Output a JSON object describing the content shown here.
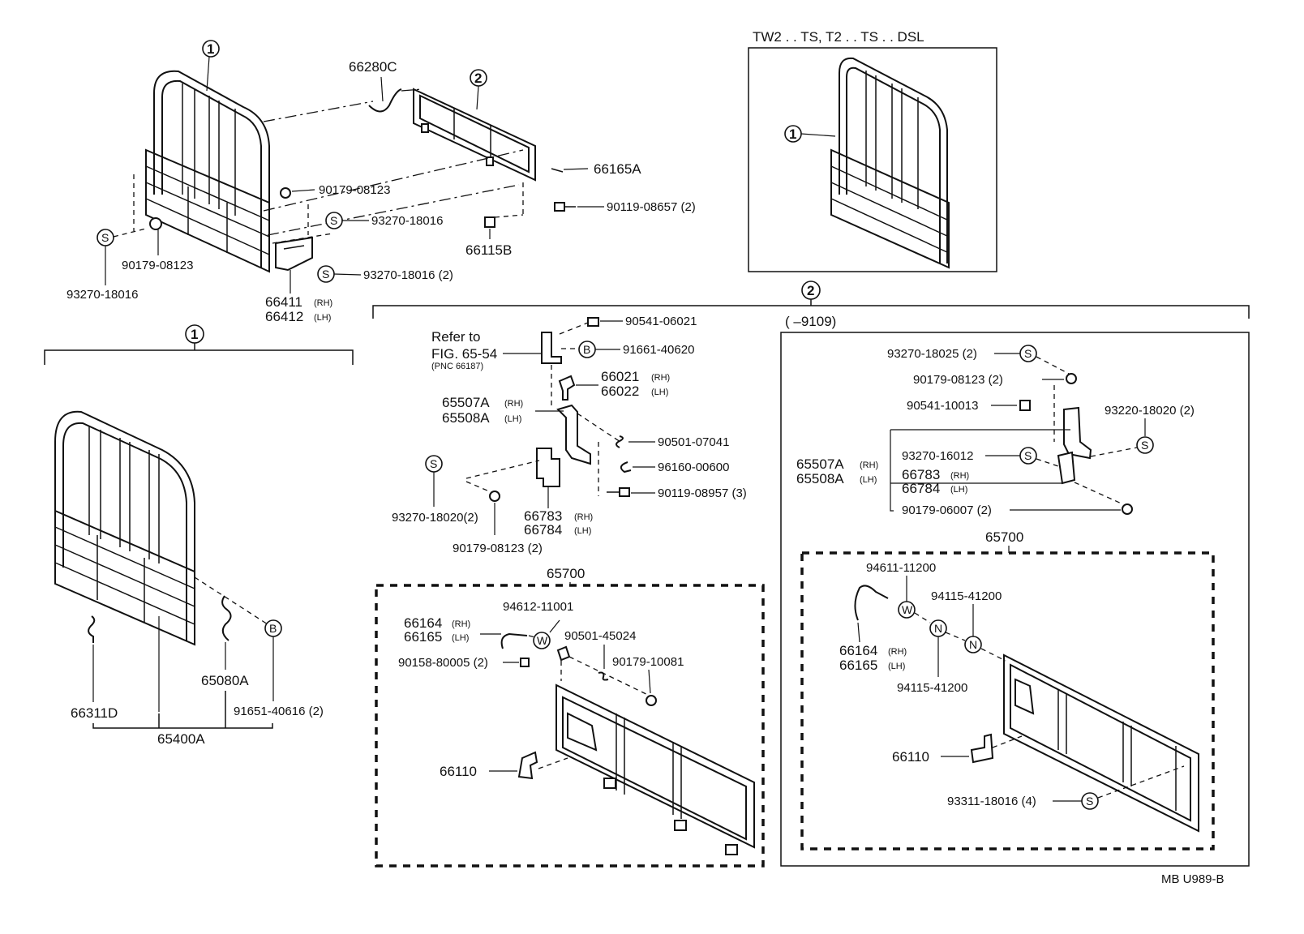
{
  "header": {
    "variant_label": "TW2 . . TS, T2 . . TS . . DSL",
    "date_range": "(        –9109)",
    "figure_id": "MB  U989-B"
  },
  "callouts": {
    "one": "1",
    "two": "2"
  },
  "marks": {
    "s": "S",
    "b": "B",
    "w": "W",
    "n": "N"
  },
  "top_left": {
    "p66280C": "66280C",
    "p66165A": "66165A",
    "p90179a": "90179-08123",
    "p90179b": "90179-08123",
    "p93270a": "93270-18016",
    "p93270b": "93270-18016",
    "p93270c": "93270-18016 (2)",
    "p90119": "90119-08657 (2)",
    "p66115B": "66115B",
    "p66411": "66411",
    "p66412": "66412",
    "rh": "(RH)",
    "lh": "(LH)"
  },
  "bottom_left": {
    "p66311D": "66311D",
    "p65080A": "65080A",
    "p91651": "91651-40616 (2)",
    "p65400A": "65400A"
  },
  "middle": {
    "refer1": "Refer to",
    "refer2": "FIG. 65-54",
    "refer3": "(PNC 66187)",
    "p90541": "90541-06021",
    "p91661": "91661-40620",
    "p66021": "66021",
    "p66022": "66022",
    "p65507A": "65507A",
    "p65508A": "65508A",
    "p90501": "90501-07041",
    "p96160": "96160-00600",
    "p90119": "90119-08957 (3)",
    "p93270": "93270-18020(2)",
    "p66783": "66783",
    "p66784": "66784",
    "p90179": "90179-08123 (2)",
    "p65700": "65700",
    "p94612": "94612-11001",
    "p66164": "66164",
    "p66165": "66165",
    "p90501b": "90501-45024",
    "p90158": "90158-80005 (2)",
    "p90179b": "90179-10081",
    "p66110": "66110",
    "rh": "(RH)",
    "lh": "(LH)"
  },
  "right": {
    "p93270a": "93270-18025 (2)",
    "p90179a": "90179-08123 (2)",
    "p90541": "90541-10013",
    "p93220": "93220-18020 (2)",
    "p65507A": "65507A",
    "p65508A": "65508A",
    "p93270b": "93270-16012",
    "p66783": "66783",
    "p66784": "66784",
    "p90179b": "90179-06007 (2)",
    "p65700": "65700",
    "p94611": "94611-11200",
    "p94115a": "94115-41200",
    "p94115b": "94115-41200",
    "p66164": "66164",
    "p66165": "66165",
    "p66110": "66110",
    "p93311": "93311-18016 (4)",
    "rh": "(RH)",
    "lh": "(LH)"
  }
}
